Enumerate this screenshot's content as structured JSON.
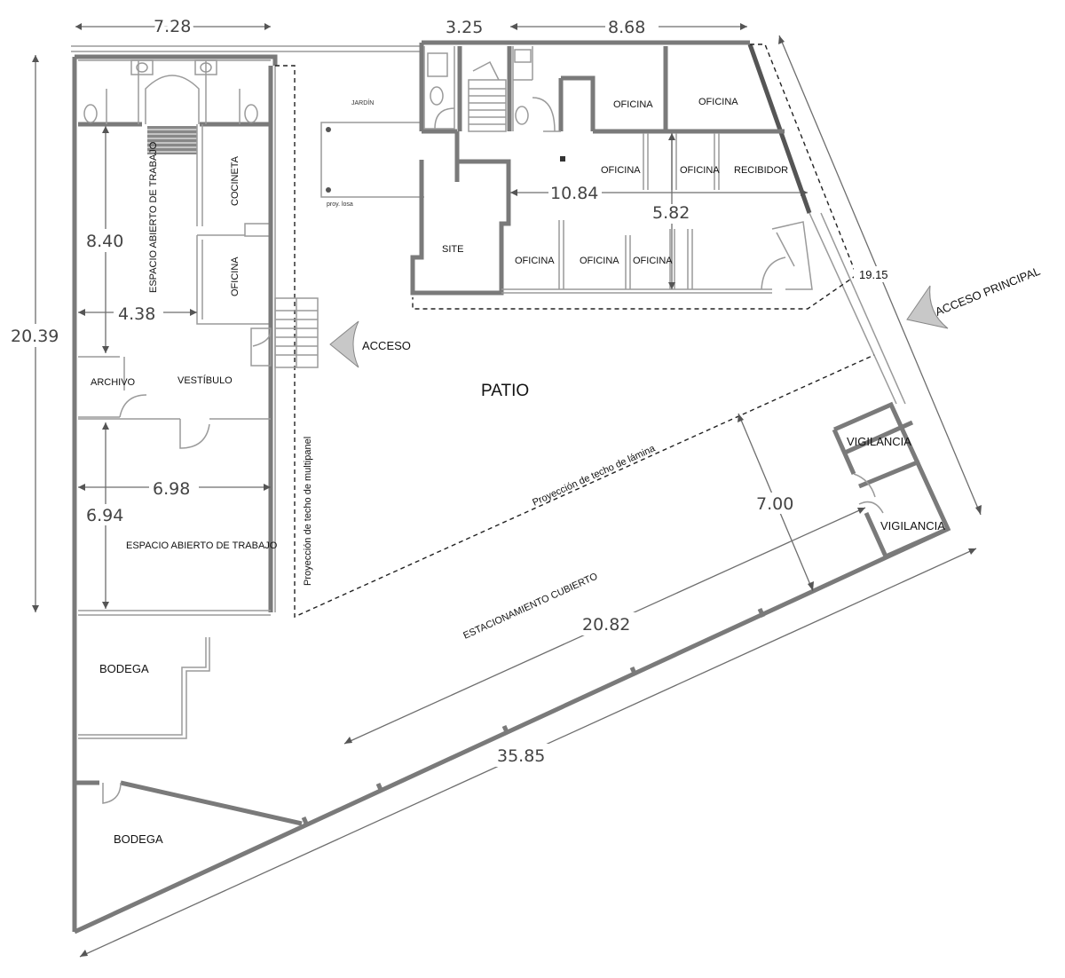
{
  "dimensions": {
    "d728": "7.28",
    "d325": "3.25",
    "d868": "8.68",
    "d2039": "20.39",
    "d840": "8.40",
    "d438": "4.38",
    "d698": "6.98",
    "d694": "6.94",
    "d1084": "10.84",
    "d582": "5.82",
    "d1915": "19.15",
    "d700": "7.00",
    "d2082": "20.82",
    "d3585": "35.85"
  },
  "rooms": {
    "espacio_abierto_1": "ESPACIO ABIERTO DE TRABAJO",
    "cocineta": "COCINETA",
    "oficina_left": "OFICINA",
    "archivo": "ARCHIVO",
    "vestibulo": "VESTÍBULO",
    "espacio_abierto_2": "ESPACIO ABIERTO DE TRABAJO",
    "bodega_1": "BODEGA",
    "bodega_2": "BODEGA",
    "jardin": "JARDÍN",
    "proy_losa": "proy. losa",
    "site": "SITE",
    "oficina_top1": "OFICINA",
    "oficina_top2": "OFICINA",
    "oficina_mid1": "OFICINA",
    "oficina_mid2": "OFICINA",
    "recibidor": "RECIBIDOR",
    "oficina_bot1": "OFICINA",
    "oficina_bot2": "OFICINA",
    "oficina_bot3": "OFICINA",
    "patio": "PATIO",
    "vigilancia_1": "VIGILANCIA",
    "vigilancia_2": "VIGILANCIA",
    "estacionamiento": "ESTACIONAMIENTO CUBIERTO"
  },
  "annotations": {
    "acceso": "ACCESO",
    "acceso_principal": "ACCESO PRINCIPAL",
    "proyeccion_multipanel": "Proyección de techo de multipanel",
    "proyeccion_lamina": "Proyección de techo de lámina"
  }
}
